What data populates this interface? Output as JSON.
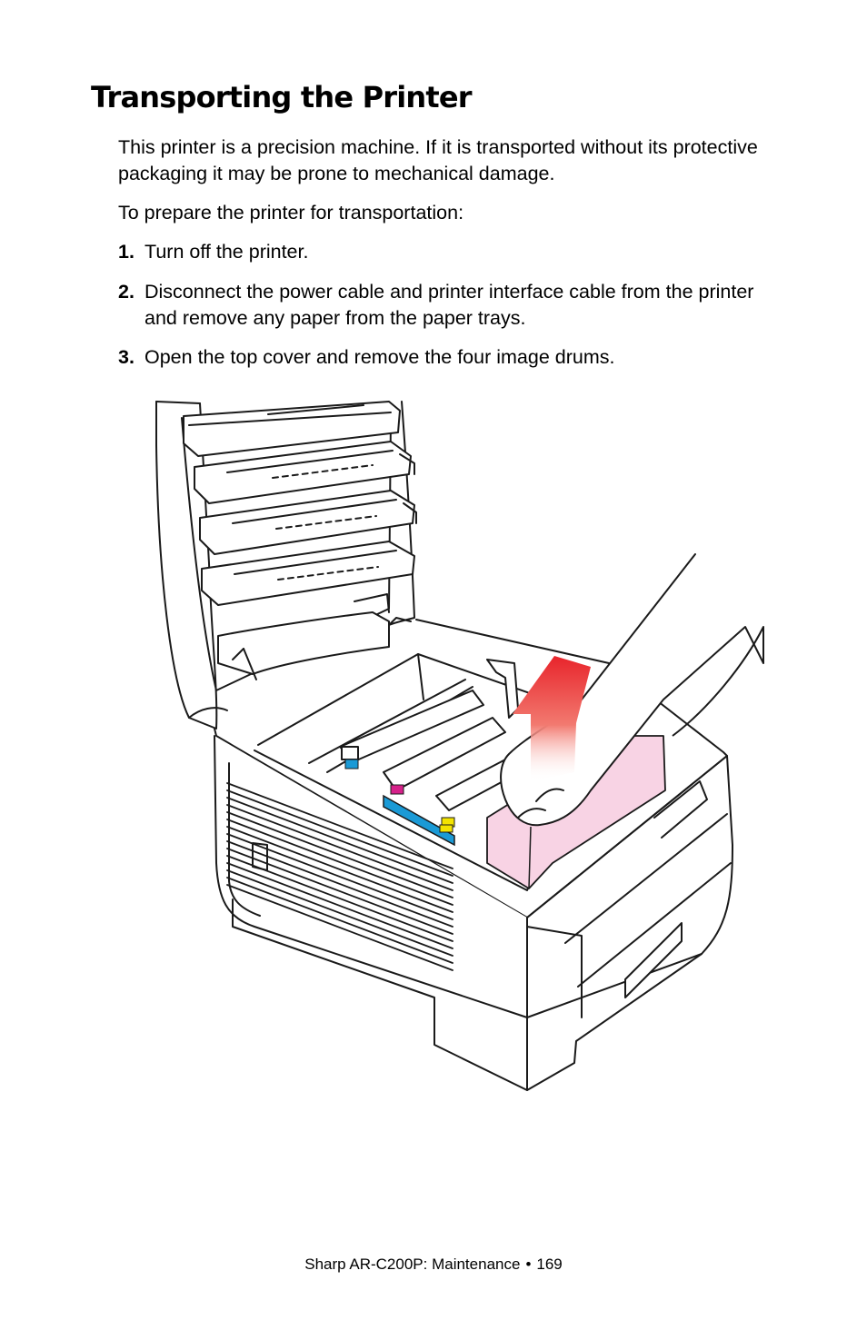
{
  "heading": "Transporting the Printer",
  "intro": "This printer is a precision machine. If it is transported without its protective packaging it may be prone to mechanical damage.",
  "prepare": "To prepare the printer for transportation:",
  "steps": [
    {
      "num": "1.",
      "text": "Turn off the printer."
    },
    {
      "num": "2.",
      "text": "Disconnect the power cable and printer interface cable from the printer and remove any paper from the paper trays."
    },
    {
      "num": "3.",
      "text": "Open the top cover and remove the four image drums."
    }
  ],
  "illustration": {
    "subject": "printer-with-image-drum-removal",
    "colors": {
      "cyan": "#1a9ad6",
      "magenta": "#d6218a",
      "yellow": "#f4e400",
      "black": "#222222",
      "drum_pink": "#f8d3e4",
      "arrow_red": "#e8242b"
    }
  },
  "footer": {
    "doc": "Sharp AR-C200P: Maintenance",
    "bullet": "•",
    "page": "169"
  }
}
